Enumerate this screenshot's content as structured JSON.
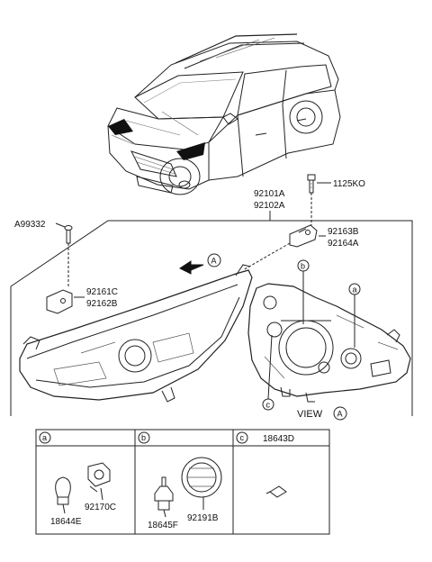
{
  "labels": {
    "bolt_top": "1125KO",
    "assembly_1": "92101A",
    "assembly_2": "92102A",
    "screw_left": "A99332",
    "bracket_right_1": "92163B",
    "bracket_right_2": "92164A",
    "bracket_left_1": "92161C",
    "bracket_left_2": "92162B",
    "view_text": "VIEW",
    "view_letter": "A",
    "arrow_letter": "A",
    "callout_a": "a",
    "callout_b": "b",
    "callout_c": "c"
  },
  "parts_table": {
    "headers": [
      {
        "letter": "a",
        "part": ""
      },
      {
        "letter": "b",
        "part": ""
      },
      {
        "letter": "c",
        "part": "18643D"
      }
    ],
    "cell_a": {
      "part_1": "92170C",
      "part_2": "18644E"
    },
    "cell_b": {
      "part_1": "18645F",
      "part_2": "92191B"
    }
  }
}
